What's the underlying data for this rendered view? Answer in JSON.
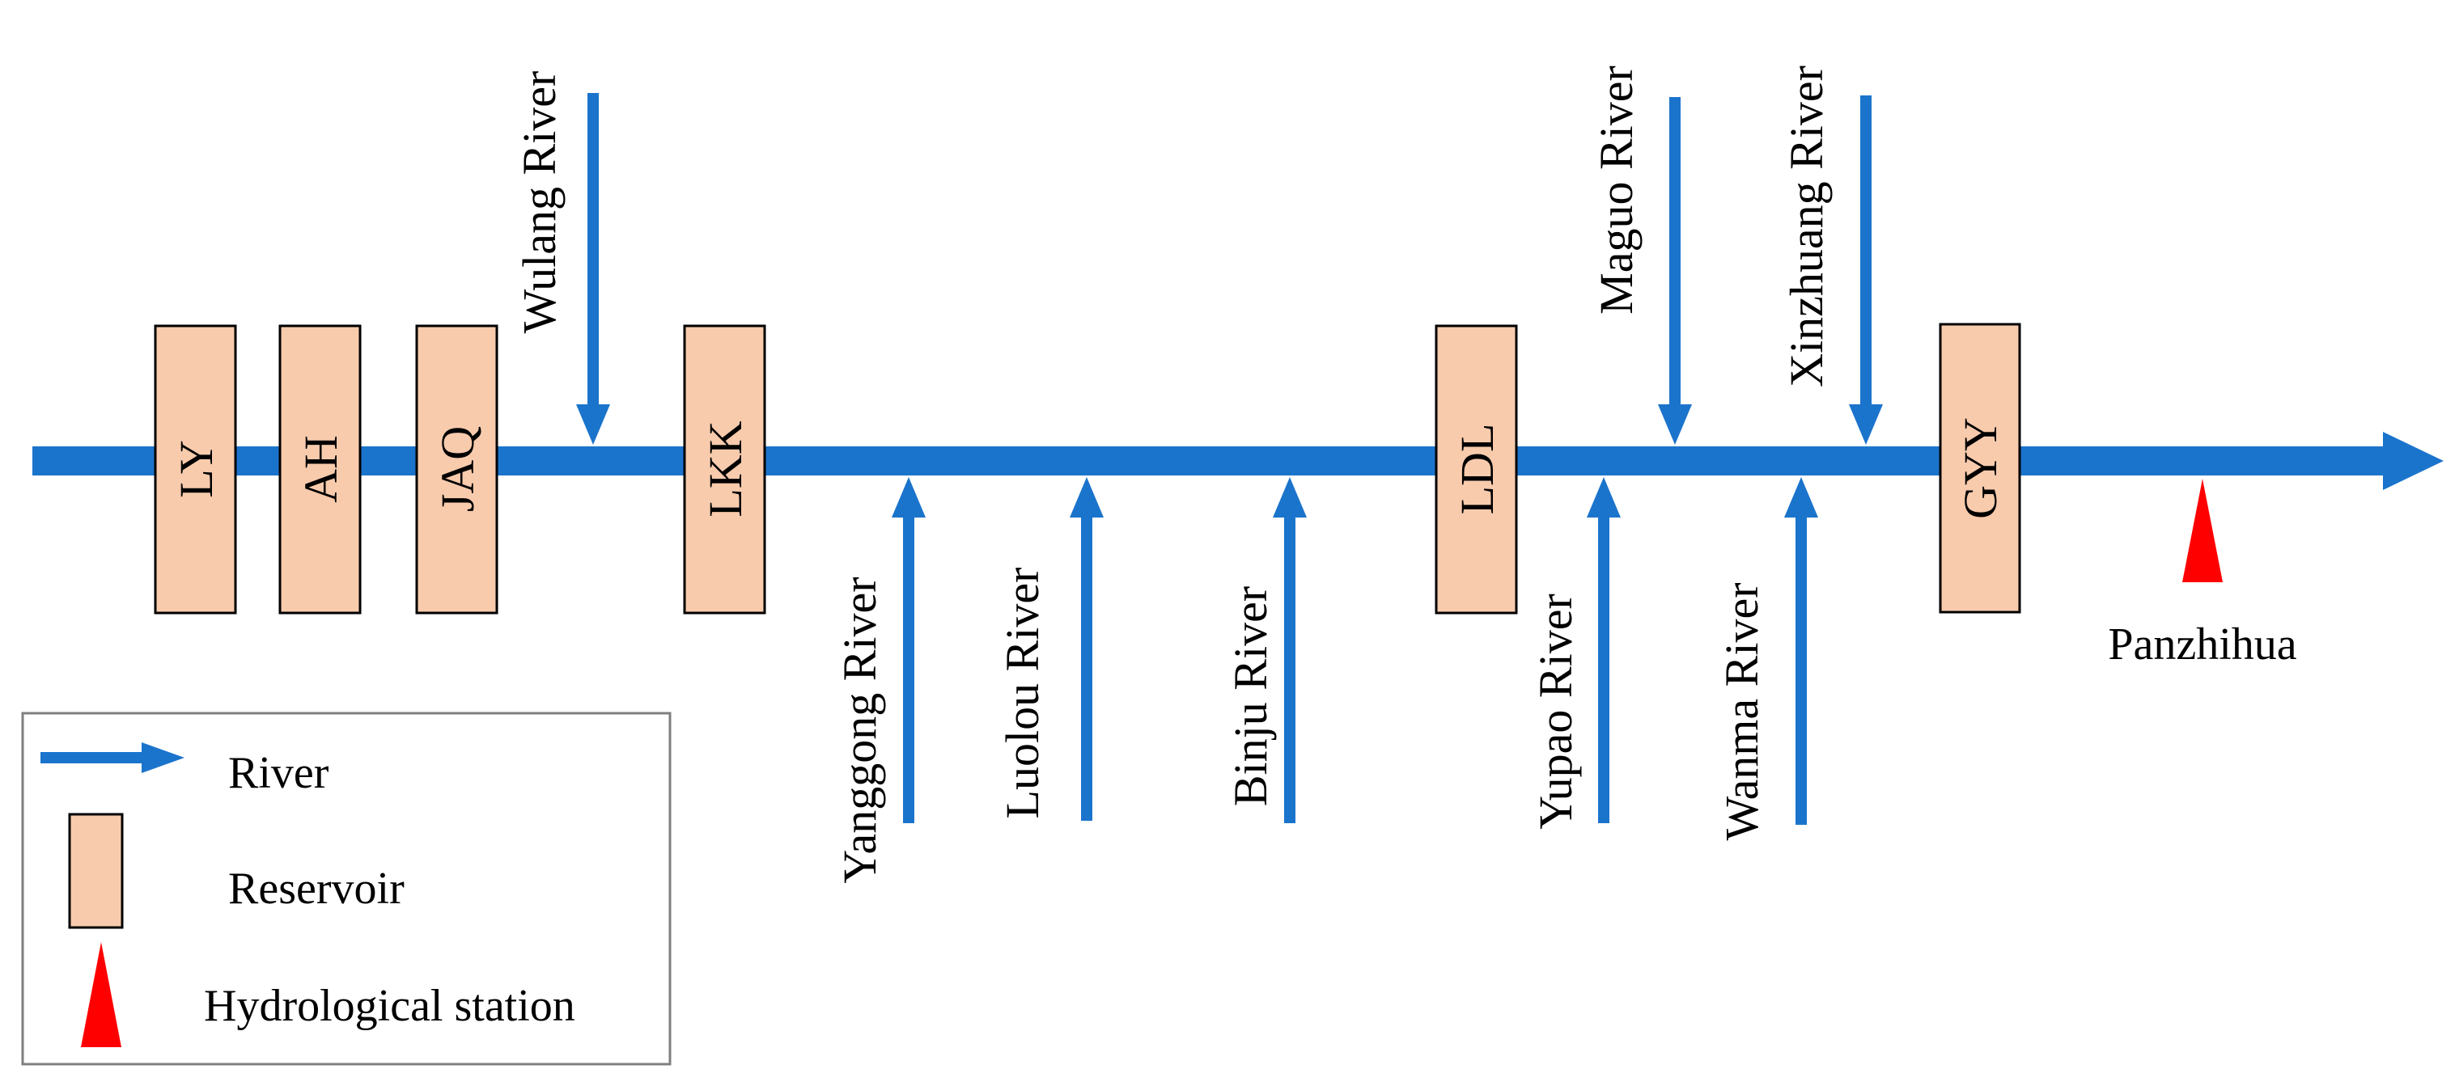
{
  "colors": {
    "river": "#1B74CC",
    "reservoir_fill": "#F8CBAD",
    "reservoir_stroke": "#000000",
    "station": "#FF0000",
    "legend_border": "#7F7F7F"
  },
  "main_river": {
    "icon": "arrow-right"
  },
  "reservoirs": [
    {
      "label": "LY"
    },
    {
      "label": "AH"
    },
    {
      "label": "JAQ"
    },
    {
      "label": "LKK"
    },
    {
      "label": "LDL"
    },
    {
      "label": "GYY"
    }
  ],
  "tributaries": [
    {
      "label": "Wulang River",
      "side": "top"
    },
    {
      "label": "Yanggong River",
      "side": "bottom"
    },
    {
      "label": "Luolou River",
      "side": "bottom"
    },
    {
      "label": "Binju River",
      "side": "bottom"
    },
    {
      "label": "Yupao River",
      "side": "bottom"
    },
    {
      "label": "Maguo River",
      "side": "top"
    },
    {
      "label": "Wanma River",
      "side": "bottom"
    },
    {
      "label": "Xinzhuang River",
      "side": "top"
    }
  ],
  "station": {
    "label": "Panzhihua",
    "icon": "triangle"
  },
  "legend": {
    "items": [
      {
        "label": "River",
        "icon": "arrow-right"
      },
      {
        "label": "Reservoir",
        "icon": "rectangle"
      },
      {
        "label": "Hydrological station",
        "icon": "triangle"
      }
    ]
  }
}
